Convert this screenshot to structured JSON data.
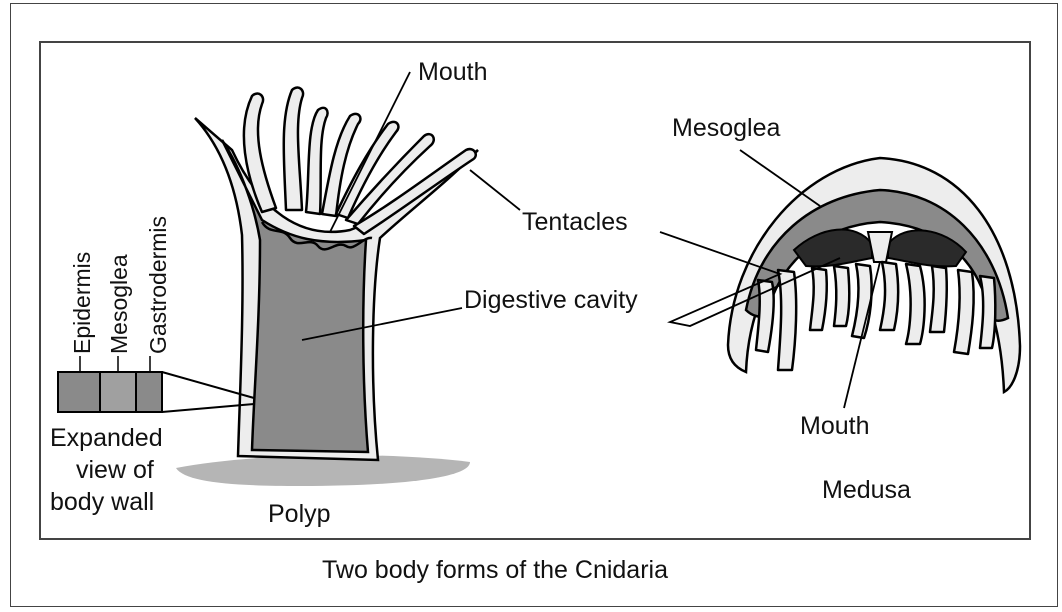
{
  "caption": "Two body forms of the Cnidaria",
  "polyp": {
    "name": "Polyp",
    "mouth_label": "Mouth",
    "digestive_label": "Digestive cavity",
    "layers": [
      "Epidermis",
      "Mesoglea",
      "Gastrodermis"
    ],
    "expanded_view_lines": [
      "Expanded",
      "view of",
      "body wall"
    ]
  },
  "medusa": {
    "name": "Medusa",
    "mesoglea_label": "Mesoglea",
    "mouth_label": "Mouth"
  },
  "shared": {
    "tentacles_label": "Tentacles"
  },
  "colors": {
    "body_fill": "#8a8a8a",
    "tissue_fill": "#ededed",
    "ground_fill": "#b5b5b5",
    "outline": "#000000"
  }
}
